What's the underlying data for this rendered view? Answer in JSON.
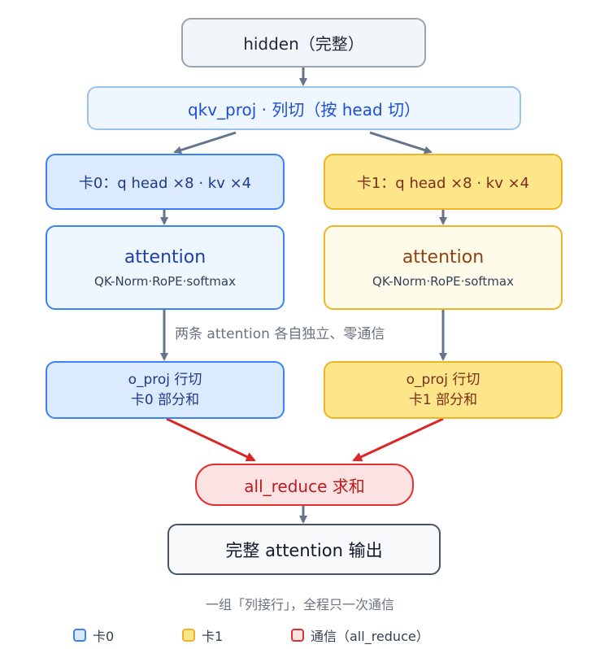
{
  "nodes": {
    "hidden": "hidden（完整）",
    "qkv_proj": "qkv_proj · 列切（按 head 切）",
    "card0_heads": "卡0：q head ×8 · kv ×4",
    "card1_heads": "卡1：q head ×8 · kv ×4",
    "attention0": {
      "title": "attention",
      "sub": "QK-Norm·RoPE·softmax"
    },
    "attention1": {
      "title": "attention",
      "sub": "QK-Norm·RoPE·softmax"
    },
    "oproj0": {
      "line1": "o_proj 行切",
      "line2": "卡0 部分和"
    },
    "oproj1": {
      "line1": "o_proj 行切",
      "line2": "卡1 部分和"
    },
    "all_reduce": "all_reduce 求和",
    "output": "完整 attention 输出"
  },
  "notes": {
    "independent": "两条 attention 各自独立、零通信",
    "summary": "一组「列接行」，全程只一次通信"
  },
  "legend": [
    {
      "label": "卡0",
      "fill": "#dbeafe",
      "stroke": "#3b82f6"
    },
    {
      "label": "卡1",
      "fill": "#fde68a",
      "stroke": "#f0b323"
    },
    {
      "label": "通信（all_reduce）",
      "fill": "#fde2e4",
      "stroke": "#e03131"
    }
  ],
  "colors": {
    "arrow": "#64748b",
    "comm_arrow": "#dc2626"
  }
}
